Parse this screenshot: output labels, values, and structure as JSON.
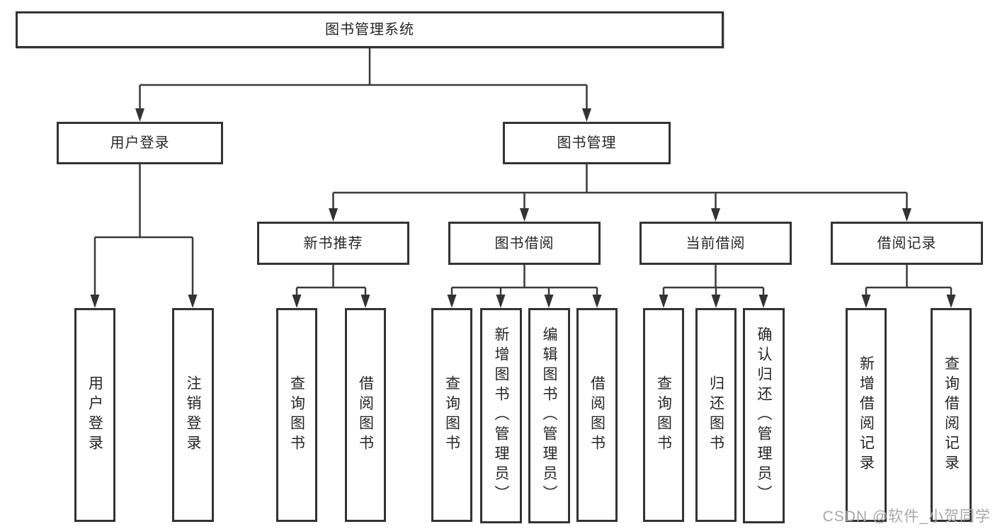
{
  "tree": {
    "root": "图书管理系统",
    "branches": {
      "user_login": "用户登录",
      "book_mgmt": "图书管理"
    },
    "modules": {
      "new_book": "新书推荐",
      "book_borrow": "图书借阅",
      "current_borrow": "当前借阅",
      "borrow_records": "借阅记录"
    },
    "leaves": {
      "user_login": [
        "用户登录",
        "注销登录"
      ],
      "new_book": [
        "查询图书",
        "借阅图书"
      ],
      "book_borrow": [
        "查询图书",
        "新增图书（管理员）",
        "编辑图书（管理员）",
        "借阅图书"
      ],
      "current_borrow": [
        "查询图书",
        "归还图书",
        "确认归还（管理员）"
      ],
      "borrow_records": [
        "新增借阅记录",
        "查询借阅记录"
      ]
    }
  },
  "watermark": "CSDN @软件_小贺同学",
  "colors": {
    "line": "#3a3a3a",
    "border": "#333333",
    "text": "#262626",
    "watermark": "#a8a8a8",
    "background": "#ffffff"
  }
}
